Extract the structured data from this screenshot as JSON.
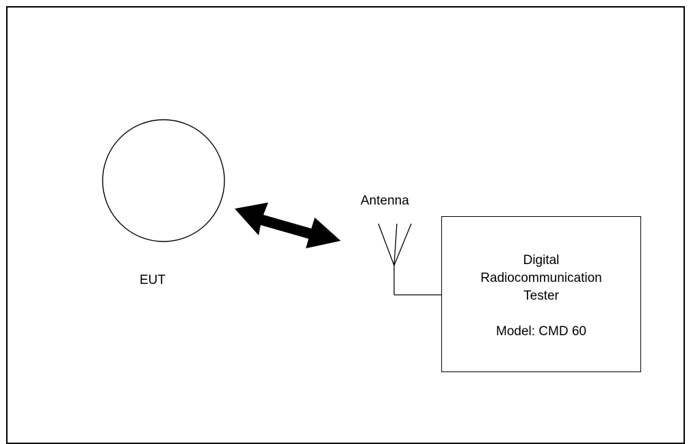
{
  "diagram": {
    "eut": {
      "label": "EUT",
      "shape": "circle"
    },
    "link": {
      "type": "bidirectional-arrow",
      "color": "#000000"
    },
    "antenna": {
      "label": "Antenna",
      "icon": "antenna-icon"
    },
    "tester": {
      "line1": "Digital",
      "line2": "Radiocommunication",
      "line3": "Tester",
      "model": "Model: CMD 60"
    }
  },
  "colors": {
    "stroke": "#000000",
    "background": "#ffffff"
  }
}
